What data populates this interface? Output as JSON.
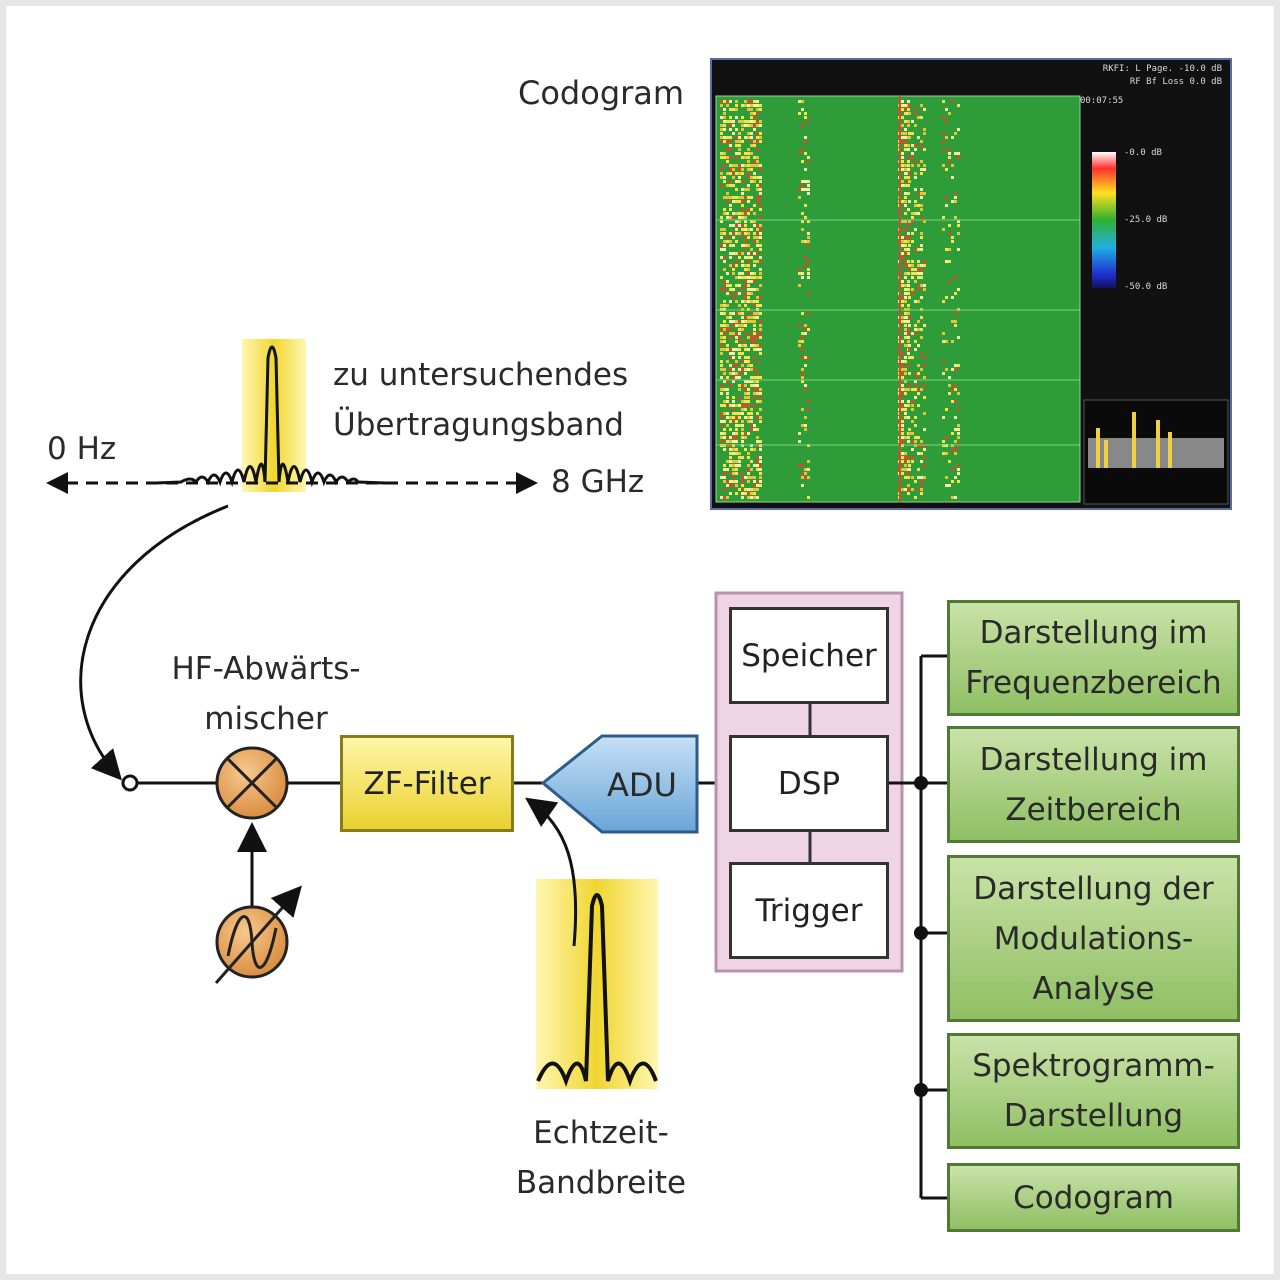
{
  "codogram_title": "Codogram",
  "screen": {
    "header_line1": "RKFI: L Page. -10.0 dB",
    "header_line2": "RF Bf Loss 0.0 dB",
    "time_label": "00:07:55",
    "scale_top": "-0.0 dB",
    "scale_mid": "-25.0 dB",
    "scale_bot": "-50.0 dB"
  },
  "band": {
    "label_line1": "zu untersuchendes",
    "label_line2": "Übertragungsband",
    "freq_start": "0 Hz",
    "freq_end": "8 GHz"
  },
  "mixer_label_line1": "HF-Abwärts-",
  "mixer_label_line2": "mischer",
  "zf_filter": "ZF-Filter",
  "adu": "ADU",
  "stack": {
    "speicher": "Speicher",
    "dsp": "DSP",
    "trigger": "Trigger"
  },
  "rtbw_line1": "Echtzeit-",
  "rtbw_line2": "Bandbreite",
  "outputs": [
    {
      "line1": "Darstellung im",
      "line2": "Frequenzbereich",
      "line3": ""
    },
    {
      "line1": "Darstellung im",
      "line2": "Zeitbereich",
      "line3": ""
    },
    {
      "line1": "Darstellung der",
      "line2": "Modulations-",
      "line3": "Analyse"
    },
    {
      "line1": "Spektrogramm-",
      "line2": "Darstellung",
      "line3": ""
    },
    {
      "line1": "Codogram",
      "line2": "",
      "line3": ""
    }
  ],
  "colors": {
    "green_box": "#8fbf63",
    "yellow": "#f2e04a",
    "adu_blue": "#86b7e0",
    "pink_frame": "#e9c7dc",
    "orange_symbol": "#e8a050",
    "codogram_green": "#2f9c3a"
  }
}
